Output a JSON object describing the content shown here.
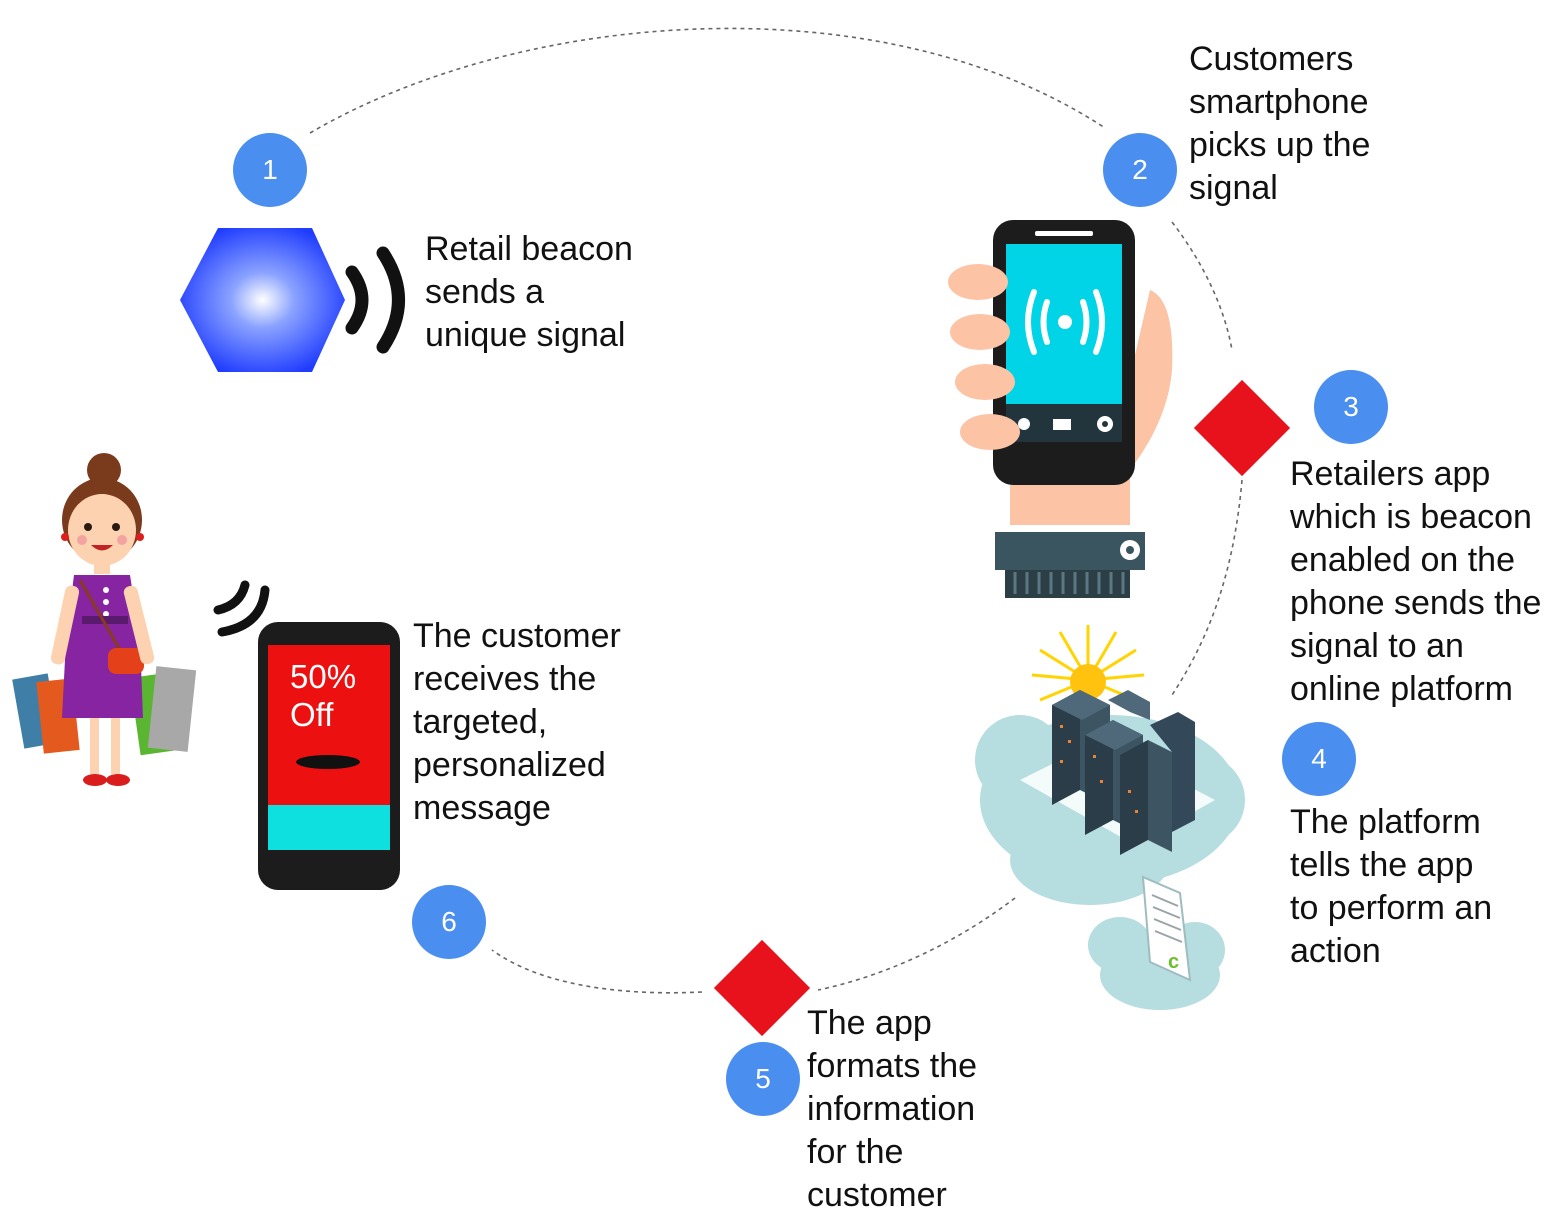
{
  "colors": {
    "badge": "#4a8ef0",
    "diamond": "#e8121c",
    "beacon": "#1f4bff",
    "phone_screen": "#00d4e6",
    "offer_red": "#ec1010",
    "offer_cyan": "#0ee0e0"
  },
  "steps": [
    {
      "number": "1",
      "lines": [
        "Retail beacon",
        "sends a",
        "unique signal"
      ]
    },
    {
      "number": "2",
      "lines": [
        "Customers",
        "smartphone",
        "picks up the",
        "signal"
      ]
    },
    {
      "number": "3",
      "lines": [
        "Retailers app",
        "which is beacon",
        "enabled on the",
        "phone sends the",
        "signal to an",
        "online platform"
      ]
    },
    {
      "number": "4",
      "lines": [
        "The platform",
        "tells the app",
        "to perform an",
        "action"
      ]
    },
    {
      "number": "5",
      "lines": [
        "The app",
        "formats the",
        "information",
        "for the",
        "customer"
      ]
    },
    {
      "number": "6",
      "lines": [
        "The customer",
        "receives the",
        "targeted,",
        "personalized",
        "message"
      ]
    }
  ],
  "offer": {
    "line1": "50%",
    "line2": "Off"
  },
  "icons": [
    "beacon-hexagon-icon",
    "signal-waves-icon",
    "hand-phone-icon",
    "router-device-icon",
    "cloud-server-icon",
    "sun-icon",
    "document-icon",
    "shopper-woman-icon",
    "offer-phone-icon",
    "diamond-marker-icon"
  ]
}
